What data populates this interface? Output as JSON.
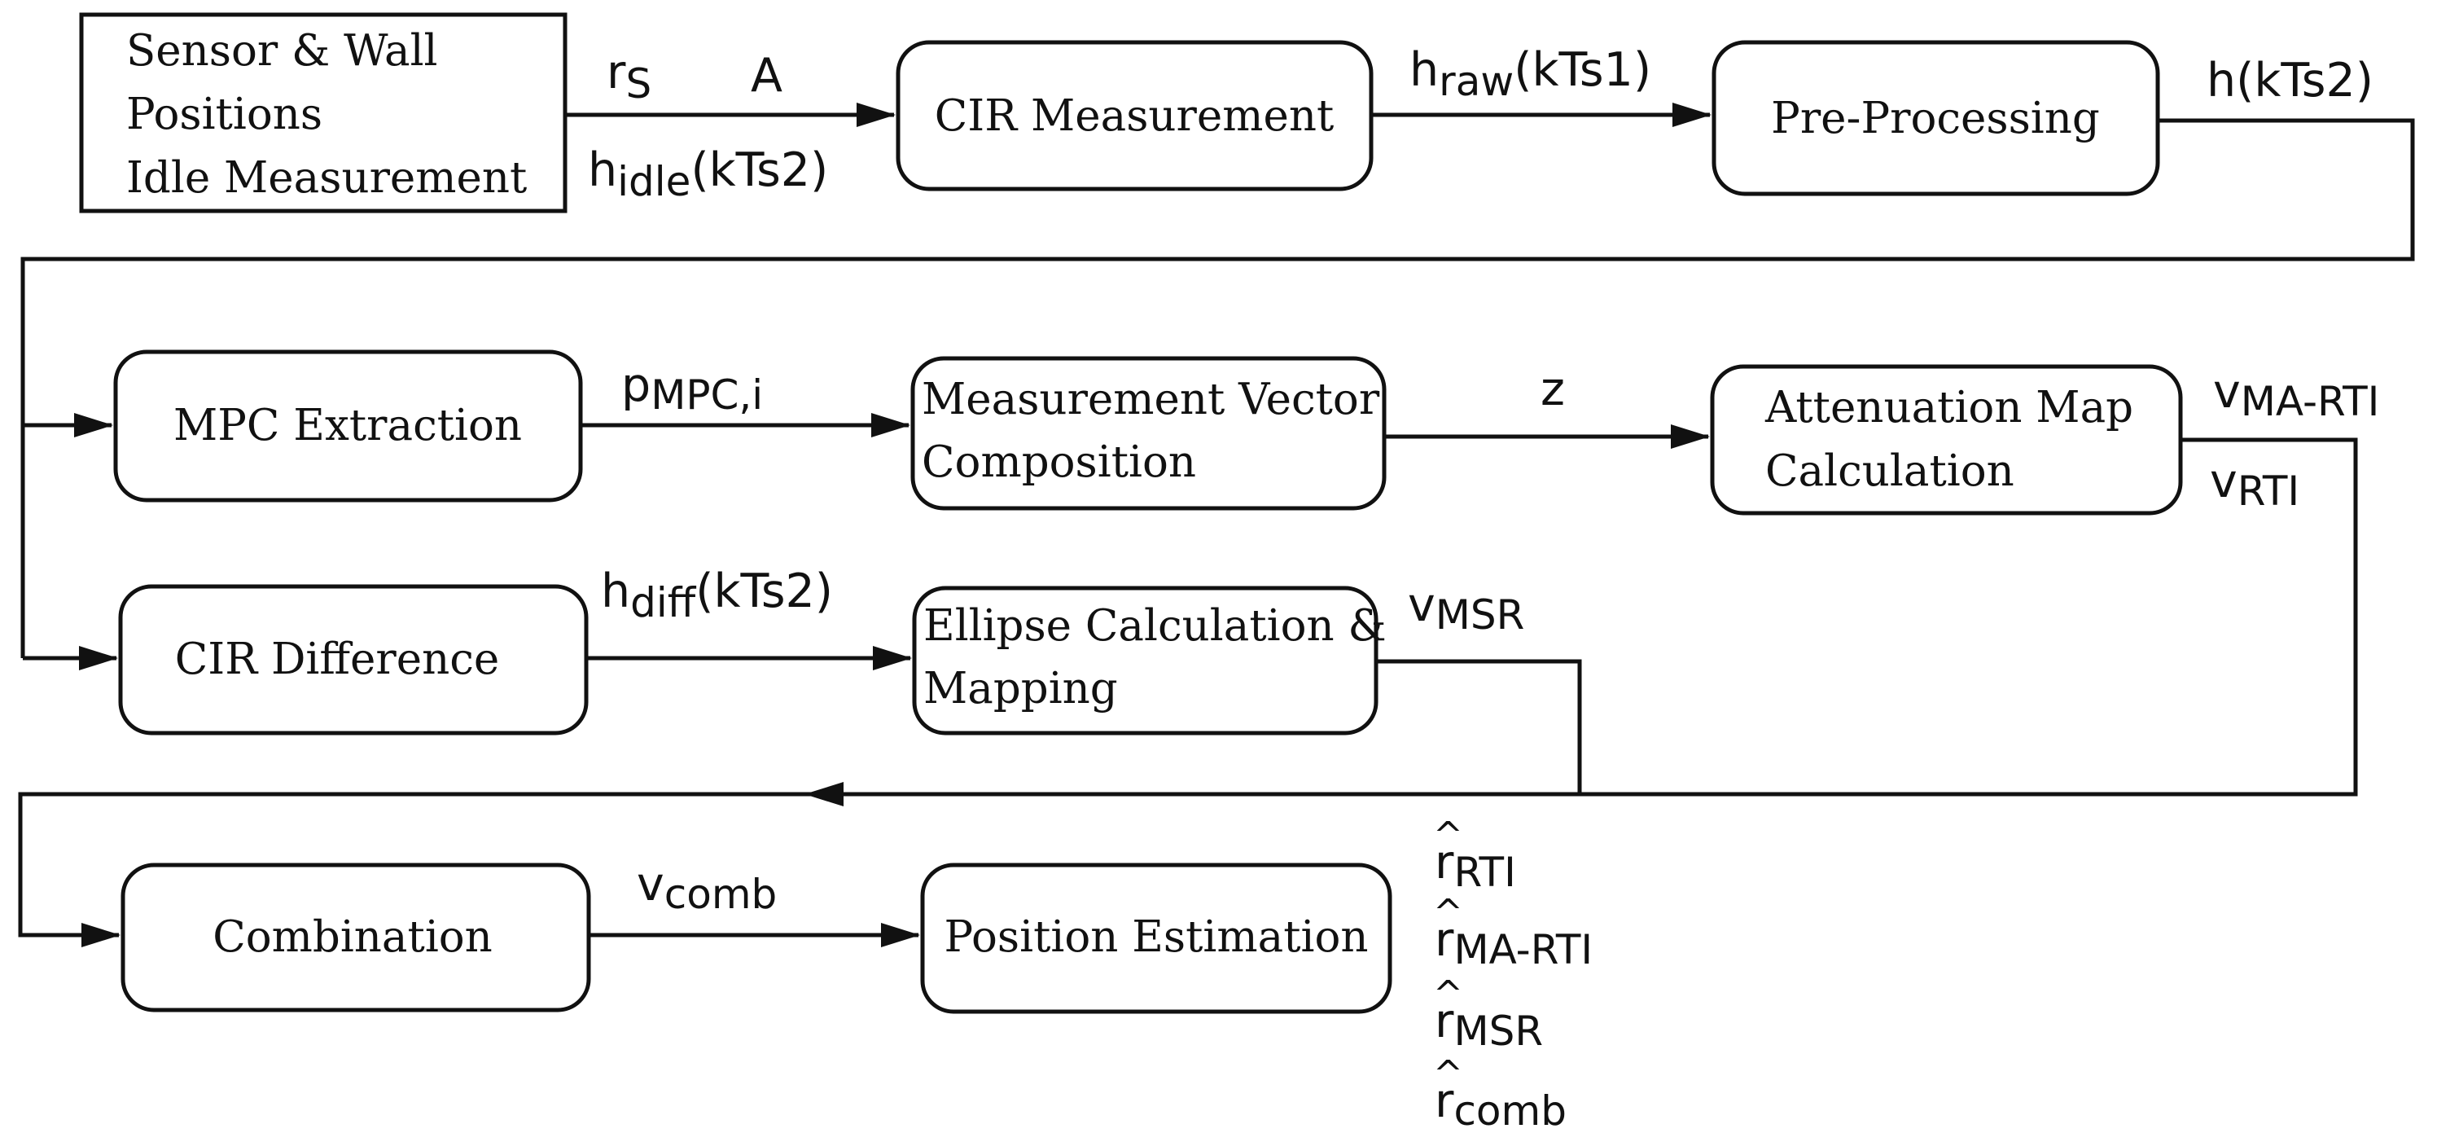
{
  "colors": {
    "stroke": "#111111",
    "background": "#ffffff"
  },
  "boxes": {
    "input": {
      "lines": [
        "Sensor & Wall",
        "Positions",
        "Idle Measurement"
      ]
    },
    "cir_measurement": {
      "lines": [
        "CIR Measurement"
      ]
    },
    "pre_processing": {
      "lines": [
        "Pre-Processing"
      ]
    },
    "mpc_extraction": {
      "lines": [
        "MPC Extraction"
      ]
    },
    "measurement_vector": {
      "lines": [
        "Measurement Vector",
        "Composition"
      ]
    },
    "attenuation_map": {
      "lines": [
        "Attenuation Map",
        "Calculation"
      ]
    },
    "cir_difference": {
      "lines": [
        "CIR Difference"
      ]
    },
    "ellipse_calc": {
      "lines": [
        "Ellipse Calculation &",
        "Mapping"
      ]
    },
    "combination": {
      "lines": [
        "Combination"
      ]
    },
    "position_estimation": {
      "lines": [
        "Position Estimation"
      ]
    }
  },
  "labels": {
    "r_s": {
      "base": "r",
      "sub": "S"
    },
    "a": {
      "text": "A"
    },
    "h_idle": {
      "base": "h",
      "sub": "idle",
      "rest": "(kTs2)"
    },
    "h_raw": {
      "base": "h",
      "sub": "raw",
      "rest": "(kTs1)"
    },
    "h_kts2": {
      "text": "h(kTs2)"
    },
    "p_mpc": {
      "base": "p",
      "sub": "MPC,i"
    },
    "z": {
      "text": "z"
    },
    "v_ma_rti": {
      "base": "v",
      "sub": "MA-RTI"
    },
    "v_rti": {
      "base": "v",
      "sub": "RTI"
    },
    "h_diff": {
      "base": "h",
      "sub": "diff",
      "rest": "(kTs2)"
    },
    "v_msr": {
      "base": "v",
      "sub": "MSR"
    },
    "v_comb": {
      "base": "v",
      "sub": "comb"
    }
  },
  "estimates": [
    {
      "hat": "^",
      "base": "r",
      "sub": "RTI"
    },
    {
      "hat": "^",
      "base": "r",
      "sub": "MA-RTI"
    },
    {
      "hat": "^",
      "base": "r",
      "sub": "MSR"
    },
    {
      "hat": "^",
      "base": "r",
      "sub": "comb"
    }
  ]
}
